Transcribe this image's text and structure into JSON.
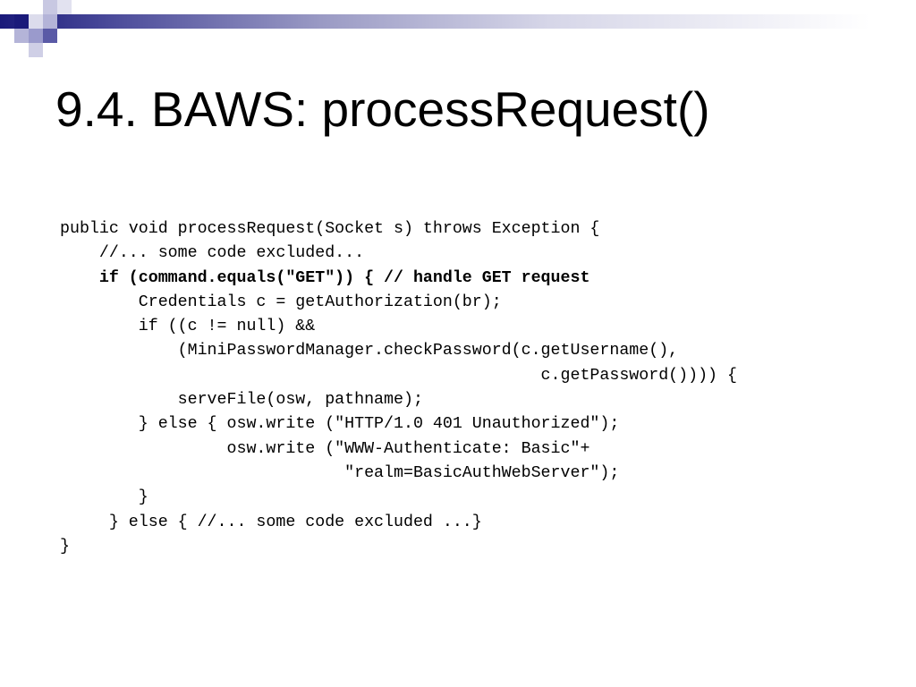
{
  "slide": {
    "title": "9.4. BAWS: processRequest()",
    "code_lines": [
      {
        "text": "public void processRequest(Socket s) throws Exception {",
        "bold": false
      },
      {
        "text": "    //... some code excluded...",
        "bold": false
      },
      {
        "text": "    if (command.equals(\"GET\")) { // handle GET request",
        "bold": true
      },
      {
        "text": "        Credentials c = getAuthorization(br);",
        "bold": false
      },
      {
        "text": "        if ((c != null) &&",
        "bold": false
      },
      {
        "text": "            (MiniPasswordManager.checkPassword(c.getUsername(),",
        "bold": false
      },
      {
        "text": "                                                 c.getPassword()))) {",
        "bold": false
      },
      {
        "text": "            serveFile(osw, pathname);",
        "bold": false
      },
      {
        "text": "        } else { osw.write (\"HTTP/1.0 401 Unauthorized\");",
        "bold": false
      },
      {
        "text": "                 osw.write (\"WWW-Authenticate: Basic\"+",
        "bold": false
      },
      {
        "text": "                             \"realm=BasicAuthWebServer\");",
        "bold": false
      },
      {
        "text": "        }",
        "bold": false
      },
      {
        "text": "     } else { //... some code excluded ...}",
        "bold": false
      },
      {
        "text": "}",
        "bold": false
      }
    ]
  },
  "colors": {
    "navy": "#1a1a7a",
    "mid_blue": "#5a5aa6",
    "lavender": "#b4b4d8",
    "pale": "#dcdcec"
  }
}
